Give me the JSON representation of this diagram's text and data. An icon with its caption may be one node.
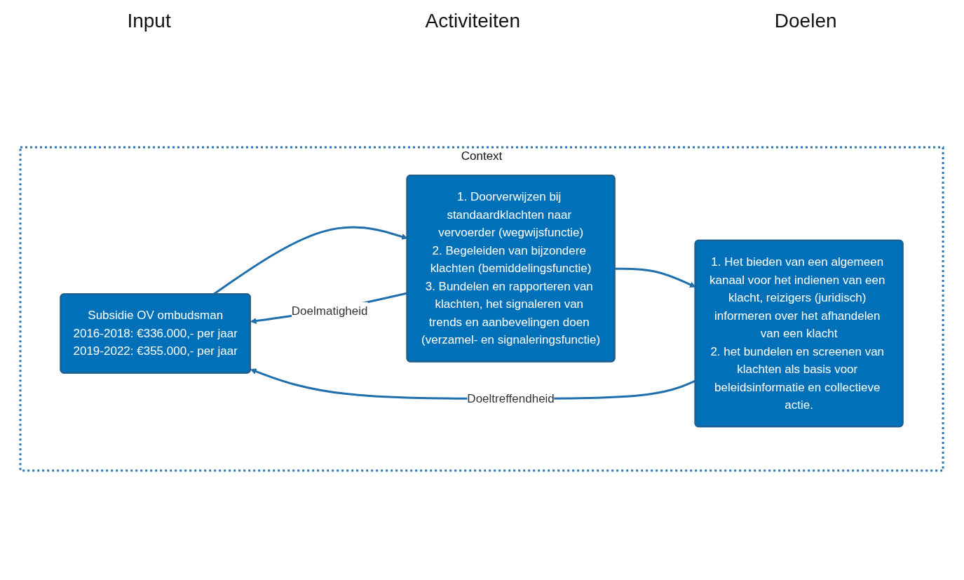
{
  "diagram": {
    "nodes": [
      {
        "text": [
          "Context"
        ]
      },
      {
        "text": [
          "Subsidie OV ombudsman",
          "2016-2018: €336.000,- per jaar",
          "2019-2022: €355.000,- per jaar"
        ],
        "in": 0
      },
      {
        "text": [
          "1. Doorverwijzen bij standaardklachten naar vervoerder (wegwijsfunctie)",
          "2. Begeleiden van bijzondere klachten (bemiddelingsfunctie)",
          "3. Bundelen en rapporteren van klachten, het signaleren van trends en aanbevelingen doen (verzamel- en signaleringsfunctie)"
        ],
        "in": 0
      },
      {
        "text": [
          "1. Het bieden van een algemeen kanaal voor het indienen van een klacht, reizigers (juridisch) informeren over het afhandelen van een klacht",
          "2. het bundelen en screenen van klachten als basis voor beleidsinformatie en collectieve actie."
        ],
        "in": 0
      }
    ],
    "edges": [
      {
        "from": 1,
        "to": 2,
        "arrow": "to"
      },
      {
        "from": 2,
        "to": 3,
        "arrow": "to"
      },
      {
        "from": 2,
        "to": 1,
        "arrow": "to",
        "label": "Doelmatigheid"
      },
      {
        "from": 3,
        "to": 1,
        "arrow": "to",
        "label": "Doeltreffendheid"
      }
    ],
    "labels": [
      "Input",
      "Activiteiten",
      "Doelen"
    ]
  }
}
